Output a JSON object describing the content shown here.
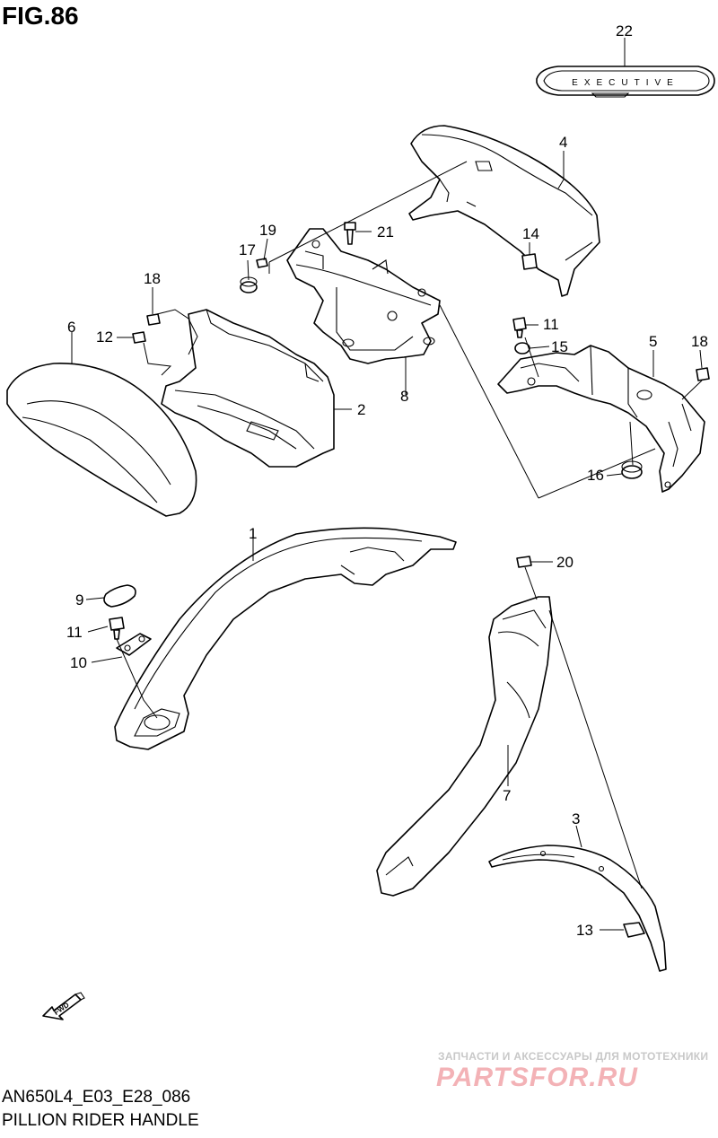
{
  "figure": {
    "title": "FIG.86",
    "model_code": "AN650L4_E03_E28_086",
    "caption": "PILLION RIDER HANDLE"
  },
  "emblem": {
    "text": "EXECUTIVE"
  },
  "fwd_arrow": {
    "text": "FWD"
  },
  "callouts": [
    {
      "label": "22"
    },
    {
      "label": "4"
    },
    {
      "label": "14"
    },
    {
      "label": "19"
    },
    {
      "label": "21"
    },
    {
      "label": "17"
    },
    {
      "label": "18"
    },
    {
      "label": "6"
    },
    {
      "label": "12"
    },
    {
      "label": "2"
    },
    {
      "label": "8"
    },
    {
      "label": "11"
    },
    {
      "label": "15"
    },
    {
      "label": "5"
    },
    {
      "label": "18"
    },
    {
      "label": "16"
    },
    {
      "label": "1"
    },
    {
      "label": "20"
    },
    {
      "label": "9"
    },
    {
      "label": "11"
    },
    {
      "label": "10"
    },
    {
      "label": "7"
    },
    {
      "label": "3"
    },
    {
      "label": "13"
    }
  ],
  "watermark": {
    "line1": "ЗАПЧАСТИ И АКСЕССУАРЫ ДЛЯ МОТОТЕХНИКИ",
    "line2": "PARTSFOR.RU"
  }
}
